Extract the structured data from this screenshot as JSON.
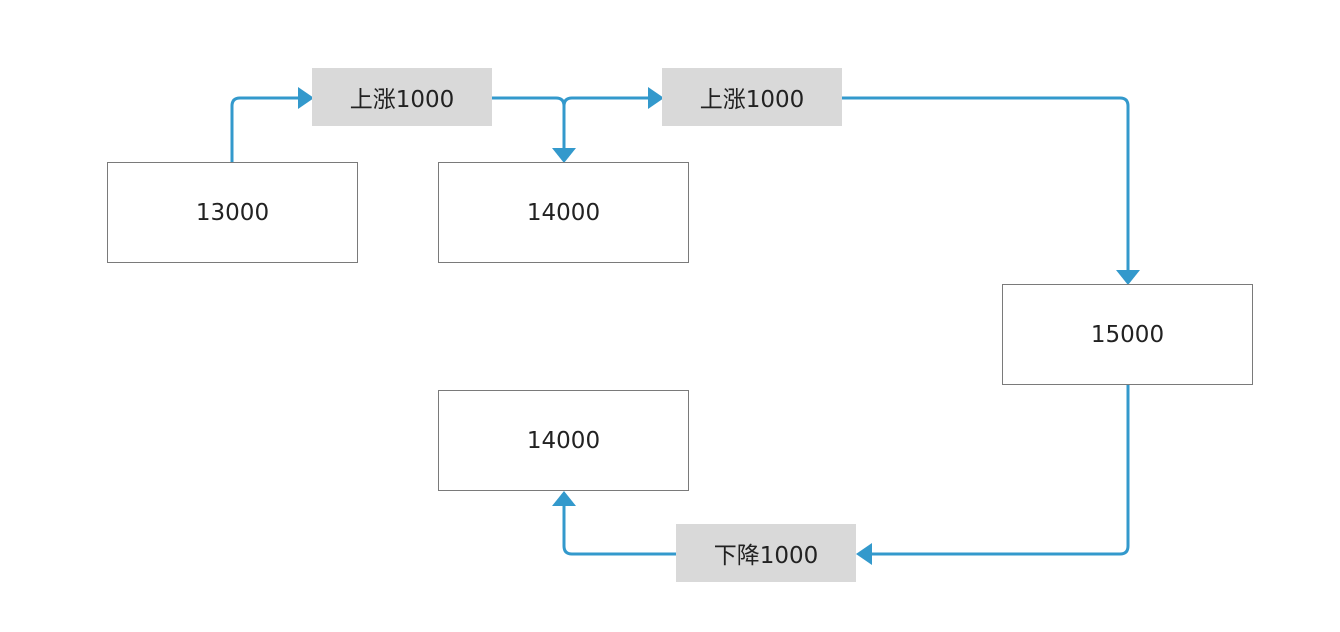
{
  "diagram": {
    "nodes": {
      "n1": "13000",
      "n2": "14000",
      "n3": "15000",
      "n4": "14000"
    },
    "edge_labels": {
      "l1": "上涨1000",
      "l2": "上涨1000",
      "l3": "下降1000"
    },
    "colors": {
      "edge": "#3399cc",
      "node_border": "#7a7a7a",
      "label_bg": "#d9d9d9"
    }
  }
}
